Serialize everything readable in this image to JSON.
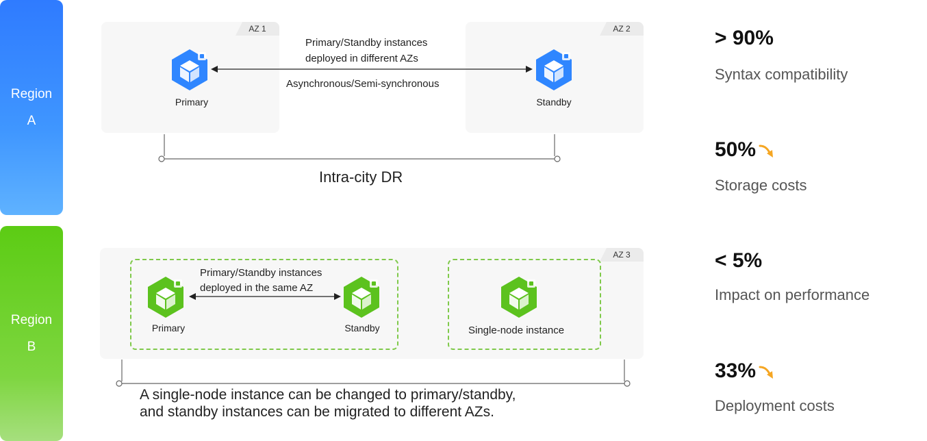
{
  "region_a": {
    "line1": "Region",
    "line2": "A"
  },
  "region_b": {
    "line1": "Region",
    "line2": "B"
  },
  "az1": {
    "tag": "AZ 1"
  },
  "az2": {
    "tag": "AZ 2"
  },
  "az3": {
    "tag": "AZ 3"
  },
  "top": {
    "primary_label": "Primary",
    "standby_label": "Standby",
    "arrow_text_line1": "Primary/Standby instances",
    "arrow_text_line2": "deployed in different AZs",
    "replication_mode": "Asynchronous/Semi-synchronous",
    "caption": "Intra-city DR"
  },
  "bottom": {
    "primary_label": "Primary",
    "standby_label": "Standby",
    "arrow_text_line1": "Primary/Standby instances",
    "arrow_text_line2": "deployed in the same AZ",
    "single_node_label": "Single-node instance",
    "note_line1": "A single-node instance can be changed to primary/standby,",
    "note_line2": "and standby instances can be migrated to different AZs."
  },
  "stats": [
    {
      "value": "> 90%",
      "label": "Syntax compatibility",
      "trend_icon": "none"
    },
    {
      "value": "50%",
      "label": "Storage costs",
      "trend_icon": "down-arrow"
    },
    {
      "value": "< 5%",
      "label": "Impact on performance",
      "trend_icon": "none"
    },
    {
      "value": "33%",
      "label": "Deployment costs",
      "trend_icon": "down-arrow"
    }
  ],
  "colors": {
    "region_a": "#2f7bff",
    "region_b": "#5ccc14",
    "blue_icon": "#2f86ff",
    "green_icon": "#5cc21e",
    "trend_arrow": "#f5a623",
    "dashed_border": "#7fc94a"
  }
}
